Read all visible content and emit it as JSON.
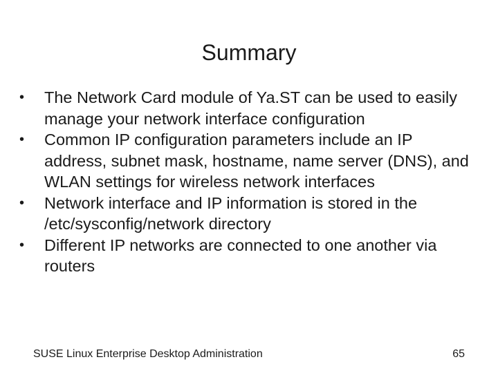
{
  "slide": {
    "title": "Summary",
    "bullets": [
      "The Network Card module of Ya.ST can be used to easily manage your network interface configuration",
      "Common IP configuration parameters include an IP address, subnet mask, hostname, name server (DNS), and WLAN settings for wireless network interfaces",
      "Network interface and IP information is stored in the /etc/sysconfig/network directory",
      "Different IP networks are connected to one another via routers"
    ],
    "bullet_marker": "•"
  },
  "footer": {
    "text": "SUSE Linux Enterprise Desktop Administration",
    "page_number": "65"
  }
}
